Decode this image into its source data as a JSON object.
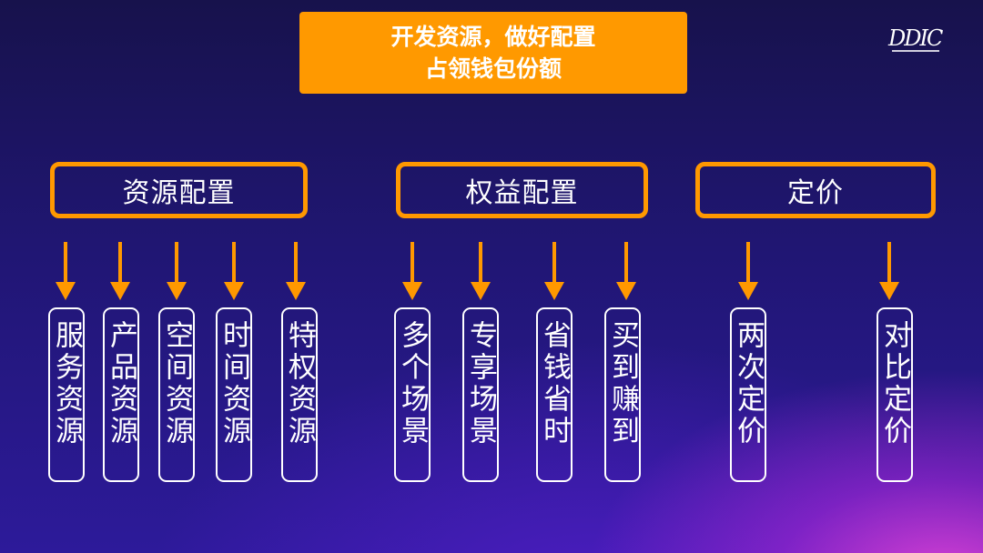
{
  "title": {
    "line1": "开发资源，做好配置",
    "line2": "占领钱包份额"
  },
  "logo": {
    "text": "DDIC"
  },
  "colors": {
    "accent": "#ff9900",
    "background": "#201673",
    "text": "#ffffff"
  },
  "categories": [
    {
      "label": "资源配置",
      "children": [
        "服务资源",
        "产品资源",
        "空间资源",
        "时间资源",
        "特权资源"
      ]
    },
    {
      "label": "权益配置",
      "children": [
        "多个场景",
        "专享场景",
        "省钱省时",
        "买到赚到"
      ]
    },
    {
      "label": "定价",
      "children": [
        "两次定价",
        "对比定价"
      ]
    }
  ]
}
